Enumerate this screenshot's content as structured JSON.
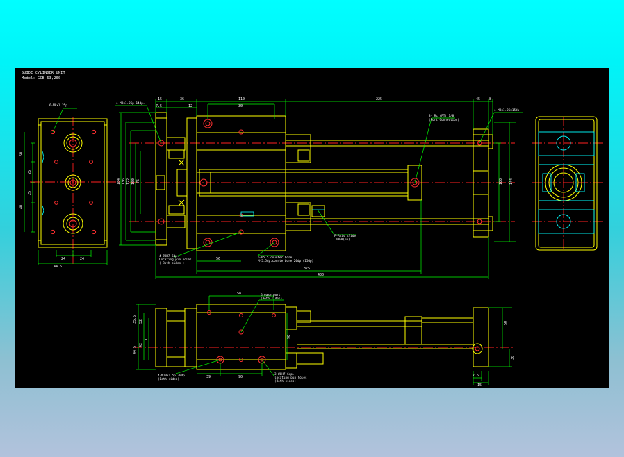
{
  "title": {
    "line1": "GUIDE CYLINDER UNIT",
    "line2": "Model: GCB 63,200"
  },
  "colors": {
    "page_bg_top": "#00ffff",
    "page_bg_bottom": "#b2c2dc",
    "drawing_bg": "#000000",
    "outline": "#ffff00",
    "dimension": "#00ff00",
    "center_line": "#ff0000",
    "text": "#ffffff",
    "section": "#00ffff"
  },
  "callouts": {
    "c1": "6-M8x1.25p",
    "c2": "4-M8x1.25p 14dp.",
    "c3": "3- Rc (PT) 1/8",
    "c3b": "(Port Connection)",
    "c4": "4-M8x1.25x15dp.",
    "c5": "4-Ø8H7 6dp.",
    "c5b": "Locating pin holes",
    "c5c": "( Both sides )",
    "c6": "6-Ø5.5 counter bore",
    "c6b": "M-5.5dp.counterbore 20dp.(15dp)",
    "c7": "P-Axis slide",
    "c7b": "Ø8h8(6h)",
    "c8": "Grease port",
    "c8b": "(Both sides)",
    "c9": "4-M10x1.5p 20dp.",
    "c9b": "(Both sides)",
    "c10": "3-Ø8H7 6dp.",
    "c10b": "locating pin holes",
    "c10c": "(Both sides)"
  },
  "dims": {
    "d15a": "15",
    "d36": "36",
    "d110": "110",
    "d225": "225",
    "d45": "45",
    "d8": "8",
    "d75": "7.5",
    "d12": "12",
    "d30": "30",
    "d56": "56",
    "d375": "375",
    "d400": "400",
    "d50": "50",
    "d25a": "25",
    "d25b": "25",
    "d40": "40",
    "d24a": "24",
    "d24b": "24",
    "d445": "44.5",
    "d184": "184",
    "d136": "136",
    "d122": "122",
    "d100l": "100",
    "d75l": "75",
    "d100r": "100",
    "d144": "144",
    "d58": "58",
    "d39": "39",
    "d90": "90",
    "d355": "35.5",
    "d52": "52",
    "d42": "42",
    "d445b": "44.5",
    "d1": "1",
    "d90v": "90",
    "d30r": "30",
    "d50r": "50",
    "d75b": "7.5",
    "d15b": "15"
  }
}
